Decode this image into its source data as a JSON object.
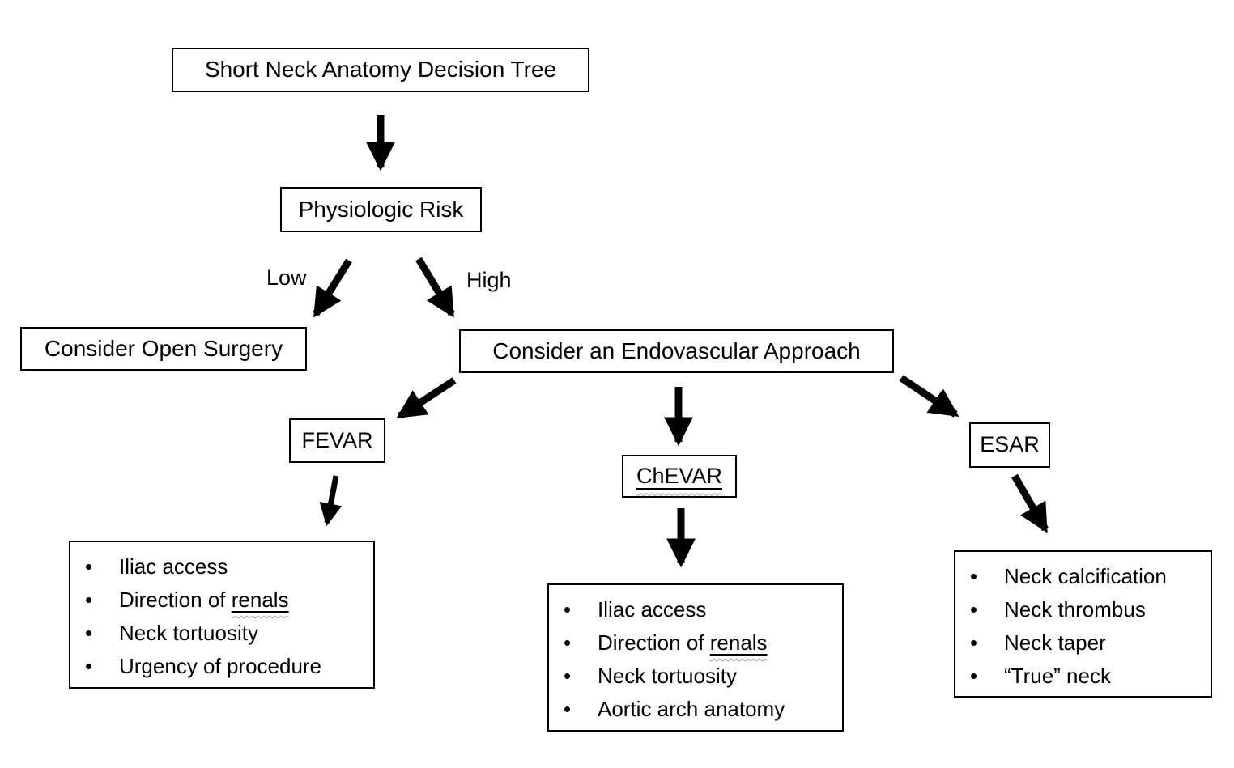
{
  "diagram": {
    "title": "Short Neck Anatomy Decision Tree",
    "nodes": {
      "physiologic_risk": {
        "label": "Physiologic Risk"
      },
      "open_surgery": {
        "label": "Consider Open Surgery"
      },
      "endovascular": {
        "label": "Consider an Endovascular Approach"
      },
      "fevar": {
        "label": "FEVAR"
      },
      "chevar": {
        "label": "ChEVAR"
      },
      "esar": {
        "label": "ESAR"
      }
    },
    "edge_labels": {
      "low": "Low",
      "high": "High"
    },
    "lists": {
      "fevar": {
        "items": [
          {
            "text": "Iliac access"
          },
          {
            "pre": "Direction of ",
            "underlined": "renals"
          },
          {
            "text": "Neck tortuosity"
          },
          {
            "text": "Urgency of procedure"
          }
        ]
      },
      "chevar": {
        "items": [
          {
            "text": "Iliac access"
          },
          {
            "pre": "Direction of ",
            "underlined": "renals"
          },
          {
            "text": "Neck tortuosity"
          },
          {
            "text": "Aortic arch anatomy"
          }
        ]
      },
      "esar": {
        "items": [
          {
            "text": "Neck calcification"
          },
          {
            "text": "Neck thrombus"
          },
          {
            "text": "Neck taper"
          },
          {
            "text": "“True” neck"
          }
        ]
      }
    },
    "colors": {
      "border": "#000000",
      "text": "#000000",
      "background": "#ffffff",
      "squiggle": "#9a9a9a"
    }
  }
}
